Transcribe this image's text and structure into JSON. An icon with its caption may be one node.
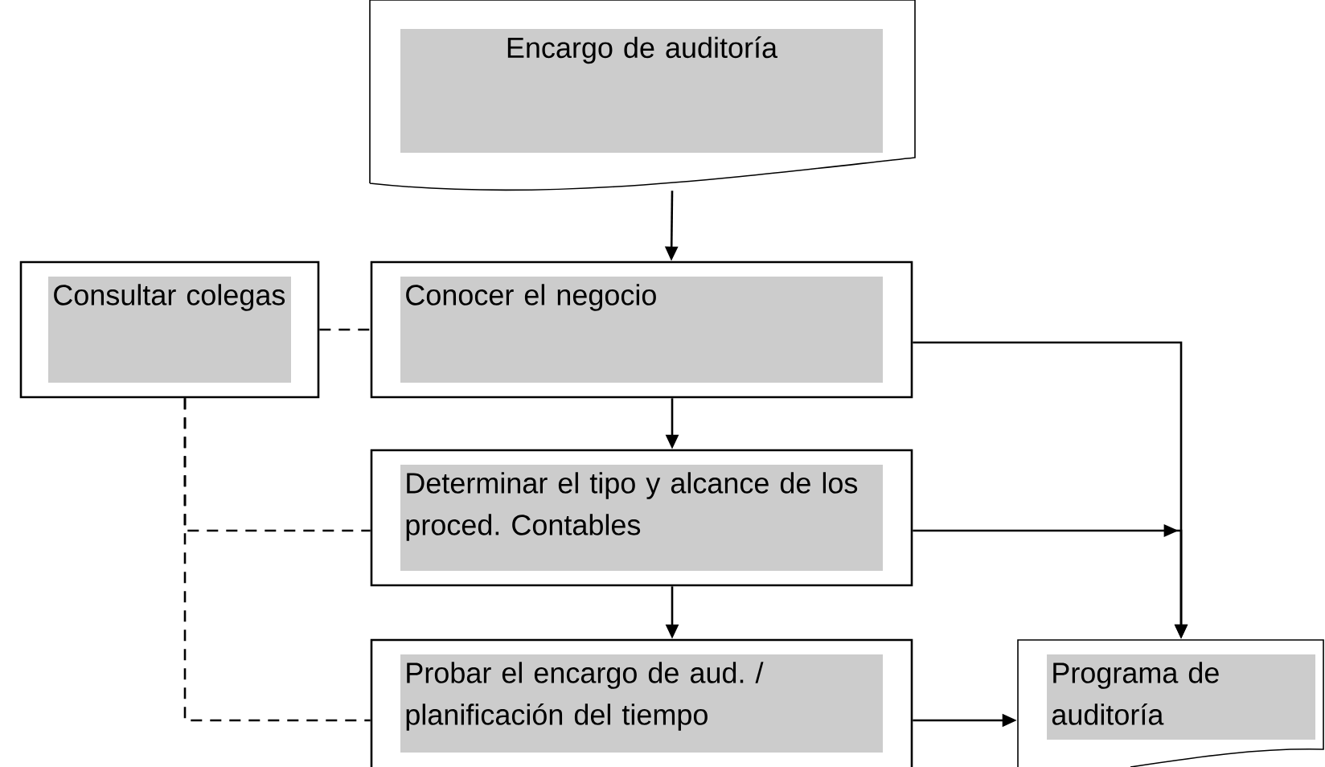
{
  "diagram": {
    "nodes": [
      {
        "text": [
          "Encargo de auditoría"
        ]
      },
      {
        "text": [
          "Consultar colegas"
        ]
      },
      {
        "text": [
          "Conocer el negocio"
        ]
      },
      {
        "text": [
          "Determinar el tipo y alcance de los proced. Contables"
        ]
      },
      {
        "text": [
          "Probar el encargo de aud. / planificación del tiempo"
        ]
      },
      {
        "text": [
          "Programa de auditoría"
        ]
      }
    ],
    "edges": [
      {
        "from": 0,
        "to": 2,
        "arrow": "to"
      },
      {
        "from": 1,
        "to": 2,
        "arrow": "none",
        "style": "dashed"
      },
      {
        "from": 1,
        "to": 3,
        "arrow": "none",
        "style": "dashed"
      },
      {
        "from": 1,
        "to": 4,
        "arrow": "none",
        "style": "dashed"
      },
      {
        "from": 2,
        "to": 3,
        "arrow": "to"
      },
      {
        "from": 3,
        "to": 4,
        "arrow": "to"
      },
      {
        "from": 2,
        "to": 5,
        "arrow": "to"
      },
      {
        "from": 3,
        "to": 5,
        "arrow": "to"
      },
      {
        "from": 4,
        "to": 5,
        "arrow": "to"
      }
    ]
  }
}
